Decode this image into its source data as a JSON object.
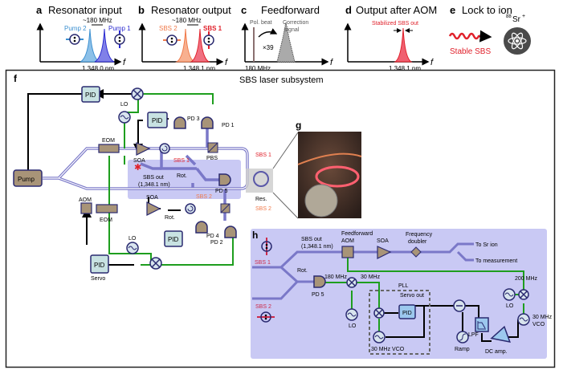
{
  "panels": {
    "a": {
      "letter": "a",
      "title": "Resonator input",
      "spacing": "~180 MHz",
      "left_label": "Pump 2",
      "right_label": "Pump 1",
      "wavelength": "1,348.0 nm",
      "axis": "f",
      "colors": {
        "left": "#3a8fd0",
        "right": "#2a2ad0"
      }
    },
    "b": {
      "letter": "b",
      "title": "Resonator output",
      "spacing": "~180 MHz",
      "left_label": "SBS 2",
      "right_label": "SBS 1",
      "wavelength": "1,348.1 nm",
      "axis": "f",
      "colors": {
        "left": "#f07a4a",
        "right": "#e0202a"
      }
    },
    "c": {
      "letter": "c",
      "title": "Feedforward",
      "beat_label": "Pol. beat",
      "correction_label_1": "Correction",
      "correction_label_2": "signal",
      "multiplier": "×39",
      "freq": "180 MHz",
      "axis": "f"
    },
    "d": {
      "letter": "d",
      "title": "Output after AOM",
      "peak_label": "Stabilized SBS out",
      "wavelength": "1,348.1 nm",
      "axis": "f"
    },
    "e": {
      "letter": "e",
      "title": "Lock to ion",
      "ion_mass": "88",
      "ion_symbol": "Sr",
      "ion_charge": "+",
      "beam_label": "Stable SBS"
    }
  },
  "panel_f": {
    "letter": "f",
    "title": "SBS laser subsystem",
    "components": {
      "pid": "PID",
      "lo": "LO",
      "pd1": "PD 1",
      "pd2": "PD 2",
      "pd3": "PD 3",
      "pd4": "PD 4",
      "pd5": "PD 5",
      "eom": "EOM",
      "aom": "AOM",
      "soa": "SOA",
      "pbs": "PBS",
      "pump": "Pump",
      "rot": "Rot.",
      "res": "Res.",
      "servo": "Servo",
      "sbs1": "SBS 1",
      "sbs2": "SBS 2",
      "sbs_out": "SBS out",
      "sbs_out_wl": "(1,348.1 nm)"
    }
  },
  "panel_g": {
    "letter": "g"
  },
  "panel_h": {
    "letter": "h",
    "sbs1": "SBS 1",
    "sbs2": "SBS 2",
    "sbs_out": "SBS out",
    "sbs_out_wl": "(1,348.1 nm)",
    "ff_aom_1": "Feedforward",
    "ff_aom_2": "AOM",
    "soa": "SOA",
    "doubler_1": "Frequency",
    "doubler_2": "doubler",
    "to_sr": "To Sr ion",
    "to_meas": "To measurement",
    "f200": "200 MHz",
    "f180": "180 MHz",
    "f30": "30 MHz",
    "rot": "Rot.",
    "pd5": "PD 5",
    "lo": "LO",
    "pll": "PLL",
    "servo_out": "Servo out",
    "pid": "PID",
    "vco30": "30 MHz VCO",
    "ramp": "Ramp",
    "lpf": "LPF",
    "dc_amp": "DC amp.",
    "vco30b_1": "30 MHz",
    "vco30b_2": "VCO"
  },
  "colors": {
    "green": "#1e9e1e",
    "fiber": "#7a78c8",
    "pid_fill": "#c8e2e2",
    "pid_stroke": "#2a2a70",
    "component": "#a89478",
    "panel_bg": "#c9c9f4",
    "sbs1": "#e0202a",
    "sbs2": "#f07a4a"
  }
}
